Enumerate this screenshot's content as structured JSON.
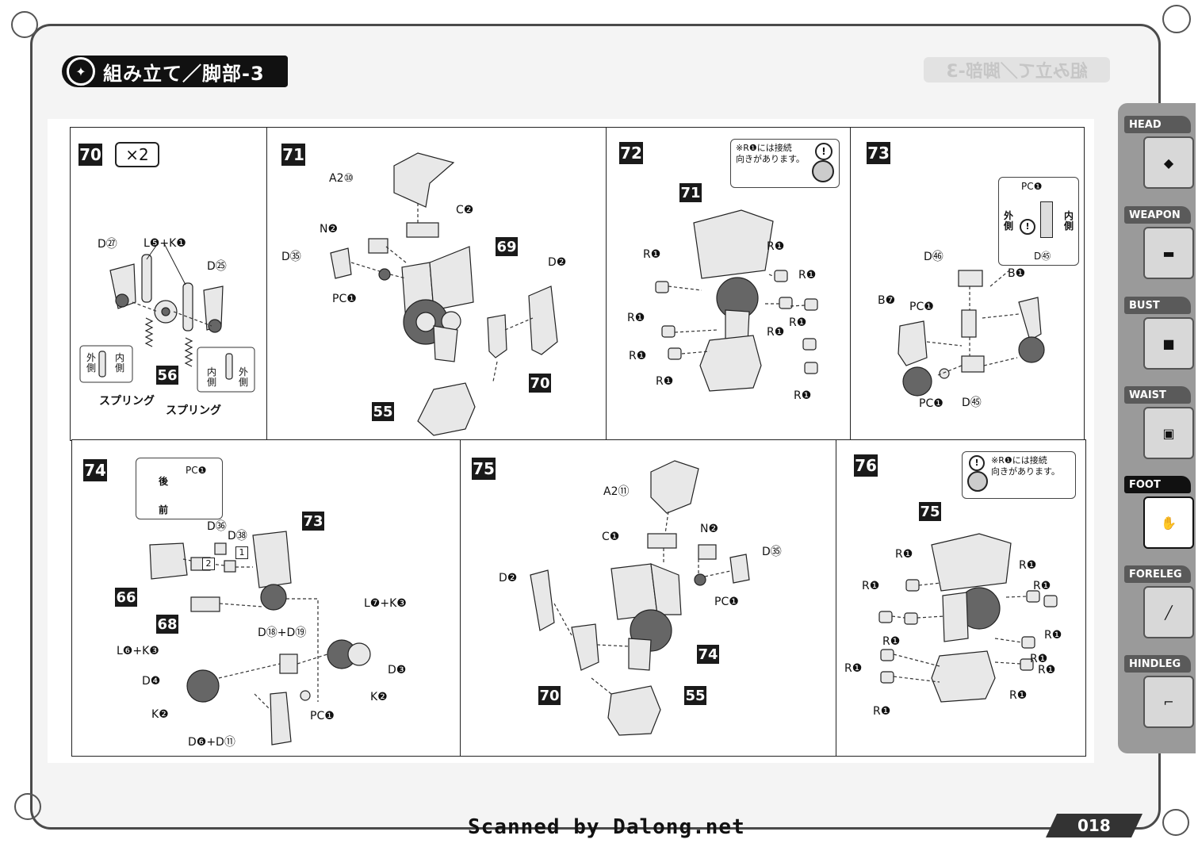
{
  "header": {
    "title": "組み立て／脚部-3",
    "page_number": "018",
    "watermark": "Scanned by Dalong.net"
  },
  "side_tabs": [
    {
      "label": "HEAD",
      "active": false
    },
    {
      "label": "WEAPON",
      "active": false
    },
    {
      "label": "BUST",
      "active": false
    },
    {
      "label": "WAIST",
      "active": false
    },
    {
      "label": "FOOT",
      "active": true
    },
    {
      "label": "FORELEG",
      "active": false
    },
    {
      "label": "HINDLEG",
      "active": false
    }
  ],
  "steps": {
    "s70": {
      "number": "70",
      "multiplier": "×2",
      "labels": {
        "d27": "D㉗",
        "l5k1": "L❺+K❶",
        "d25": "D㉕",
        "spring1": "スプリング",
        "spring2": "スプリング",
        "part56": "56",
        "outer": "外側",
        "inner": "内側",
        "inner2": "内側",
        "outer2": "外側"
      }
    },
    "s71": {
      "number": "71",
      "labels": {
        "a2_10": "A2⑩",
        "c2": "C❷",
        "n2": "N❷",
        "d35": "D㉟",
        "pcj": "PC❶",
        "d2": "D❷",
        "p69": "69",
        "p70": "70",
        "p55": "55"
      }
    },
    "s72": {
      "number": "72",
      "note": "※R❶には接続\n向きがあります。",
      "p71": "71",
      "r": "R❶"
    },
    "s73": {
      "number": "73",
      "labels": {
        "pcn_top": "PC❶",
        "outer": "外側",
        "inner": "内側",
        "d46": "D㊻",
        "d45a": "D㊺",
        "b7": "B❼",
        "pcn": "PC❶",
        "b1": "B❶",
        "pcj": "PC❶",
        "d45b": "D㊺"
      }
    },
    "s74": {
      "number": "74",
      "labels": {
        "back": "後",
        "front": "前",
        "pcn": "PC❶",
        "d36": "D㊱",
        "d38": "D㊳",
        "p73": "73",
        "n1": "1",
        "n2": "2",
        "p66": "66",
        "p68": "68",
        "l7k3": "L❼+K❸",
        "d18d19": "D⑱+D⑲",
        "l6k3": "L❻+K❸",
        "d3": "D❸",
        "d4": "D❹",
        "k2a": "K❷",
        "k2b": "K❷",
        "pcj": "PC❶",
        "d6d11": "D❻+D⑪"
      }
    },
    "s75": {
      "number": "75",
      "labels": {
        "a2_11": "A2⑪",
        "c1": "C❶",
        "n2": "N❷",
        "d35": "D㉟",
        "d2": "D❷",
        "pcj": "PC❶",
        "p74": "74",
        "p70": "70",
        "p55": "55"
      }
    },
    "s76": {
      "number": "76",
      "note": "※R❶には接続\n向きがあります。",
      "p75": "75",
      "r": "R❶"
    }
  }
}
